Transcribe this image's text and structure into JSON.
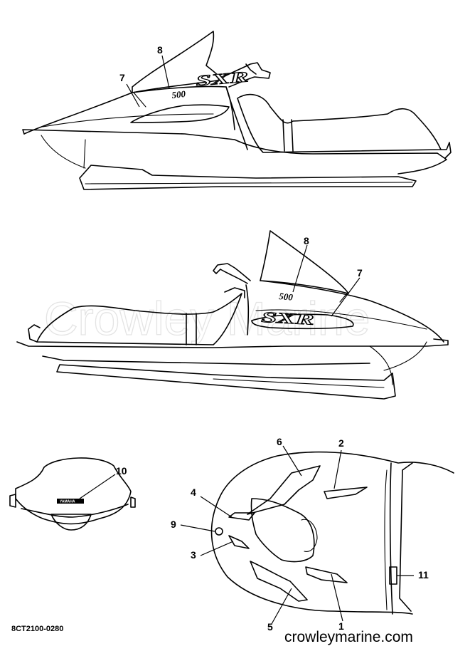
{
  "watermark": "Crowley Marine",
  "website": "crowleymarine.com",
  "diagram_code": "8CT2100-0280",
  "decal_text": {
    "model_number": "500",
    "model_logo": "SXR",
    "windshield_brand": "YAMAHA"
  },
  "side_view_right": {
    "callouts": [
      "8",
      "7"
    ]
  },
  "side_view_left": {
    "callouts": [
      "8",
      "7"
    ]
  },
  "windshield_front_view": {
    "callouts": [
      "10"
    ]
  },
  "hood_top_view": {
    "callouts": [
      "6",
      "2",
      "4",
      "9",
      "3",
      "5",
      "1",
      "11"
    ]
  }
}
